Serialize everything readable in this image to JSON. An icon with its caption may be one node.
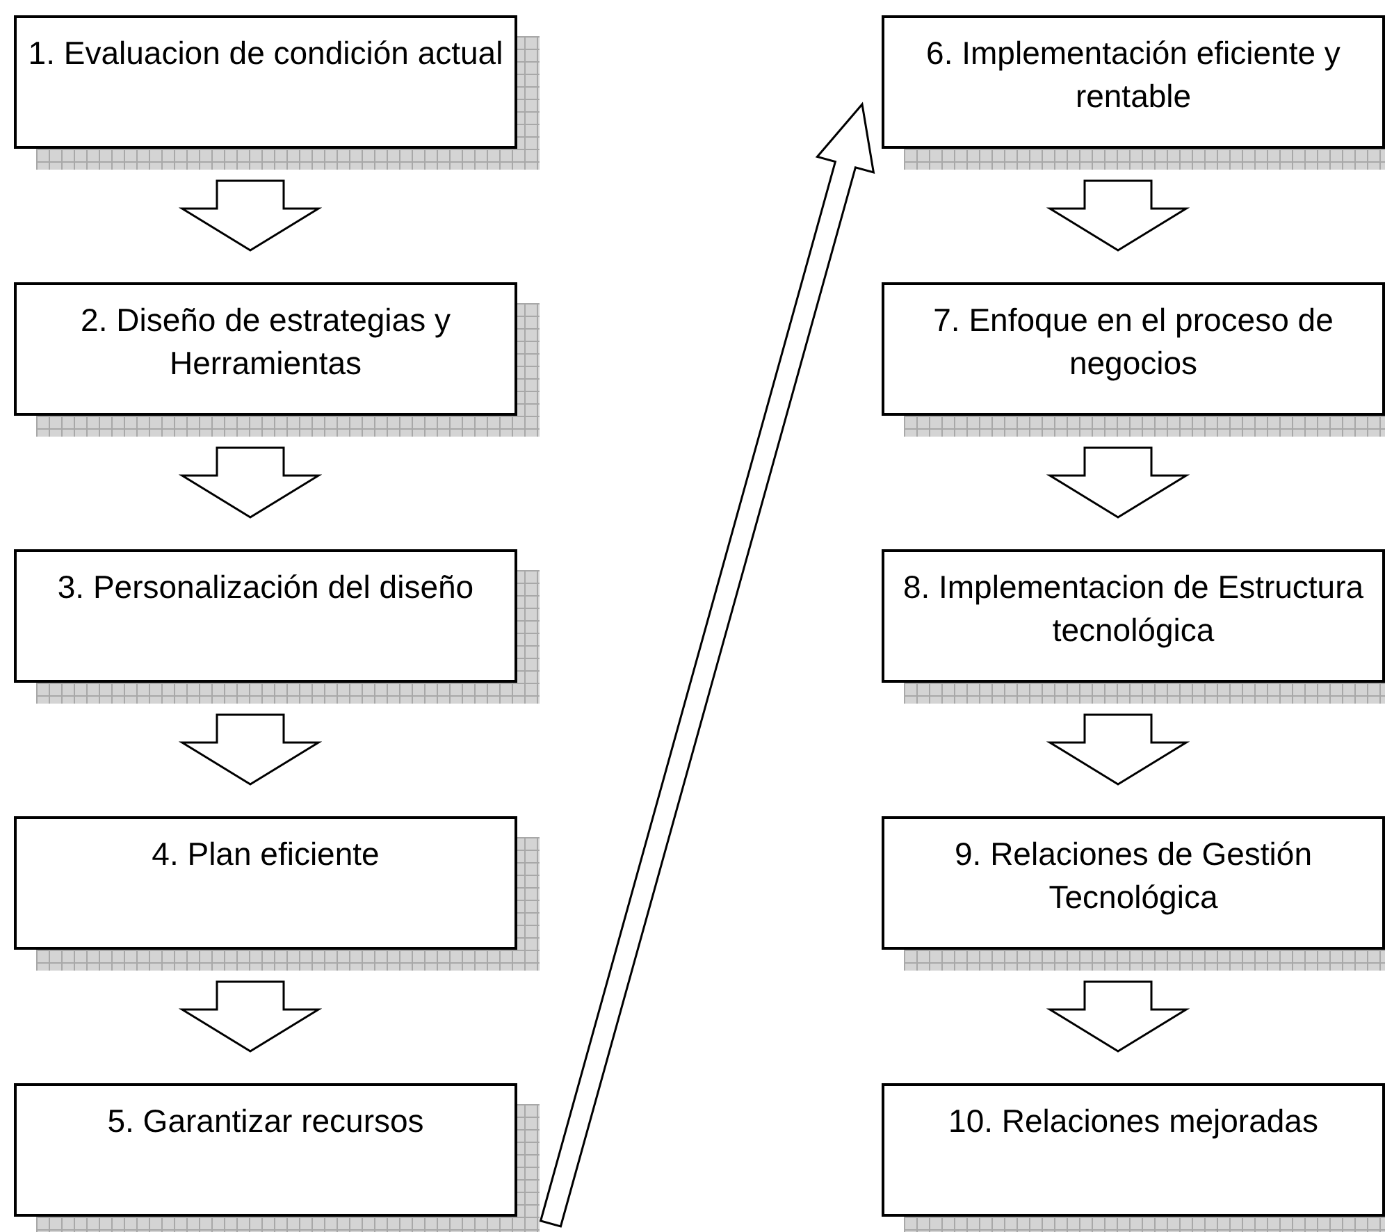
{
  "diagram": {
    "nodes": [
      {
        "text": [
          "1. Evaluacion de condición actual"
        ]
      },
      {
        "text": [
          "2. Diseño de estrategias y Herramientas"
        ]
      },
      {
        "text": [
          "3. Personalización del diseño"
        ]
      },
      {
        "text": [
          "4. Plan eficiente"
        ]
      },
      {
        "text": [
          "5. Garantizar recursos"
        ]
      },
      {
        "text": [
          "6. Implementación eficiente y rentable"
        ]
      },
      {
        "text": [
          "7. Enfoque en el proceso de negocios"
        ]
      },
      {
        "text": [
          "8. Implementacion de Estructura tecnológica"
        ]
      },
      {
        "text": [
          "9. Relaciones de Gestión Tecnológica"
        ]
      },
      {
        "text": [
          "10. Relaciones mejoradas"
        ]
      }
    ],
    "edges": [
      {
        "from": 0,
        "to": 1,
        "arrow": "to"
      },
      {
        "from": 1,
        "to": 2,
        "arrow": "to"
      },
      {
        "from": 2,
        "to": 3,
        "arrow": "to"
      },
      {
        "from": 3,
        "to": 4,
        "arrow": "to"
      },
      {
        "from": 4,
        "to": 5,
        "arrow": "to"
      },
      {
        "from": 5,
        "to": 6,
        "arrow": "to"
      },
      {
        "from": 6,
        "to": 7,
        "arrow": "to"
      },
      {
        "from": 7,
        "to": 8,
        "arrow": "to"
      },
      {
        "from": 8,
        "to": 9,
        "arrow": "to"
      }
    ]
  }
}
